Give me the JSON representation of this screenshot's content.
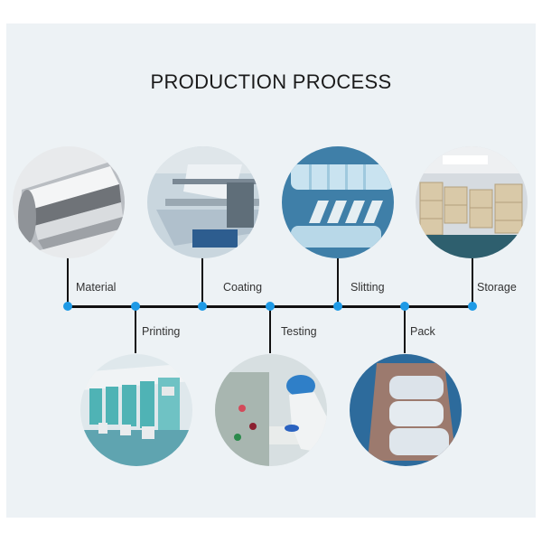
{
  "title": "PRODUCTION PROCESS",
  "colors": {
    "background": "#edf2f5",
    "timeline": "#111111",
    "dot": "#1e9ae6",
    "text": "#333333"
  },
  "steps": [
    {
      "order": 1,
      "label": "Material",
      "position": "top",
      "image": "aluminum-foil-roll-image"
    },
    {
      "order": 2,
      "label": "Printing",
      "position": "bottom",
      "image": "printing-machine-image"
    },
    {
      "order": 3,
      "label": "Coating",
      "position": "top",
      "image": "coating-machine-image"
    },
    {
      "order": 4,
      "label": "Testing",
      "position": "bottom",
      "image": "lab-technician-testing-image"
    },
    {
      "order": 5,
      "label": "Slitting",
      "position": "top",
      "image": "slitting-machine-image"
    },
    {
      "order": 6,
      "label": "Pack",
      "position": "bottom",
      "image": "packed-rolls-crate-image"
    },
    {
      "order": 7,
      "label": "Storage",
      "position": "top",
      "image": "warehouse-storage-image"
    }
  ]
}
